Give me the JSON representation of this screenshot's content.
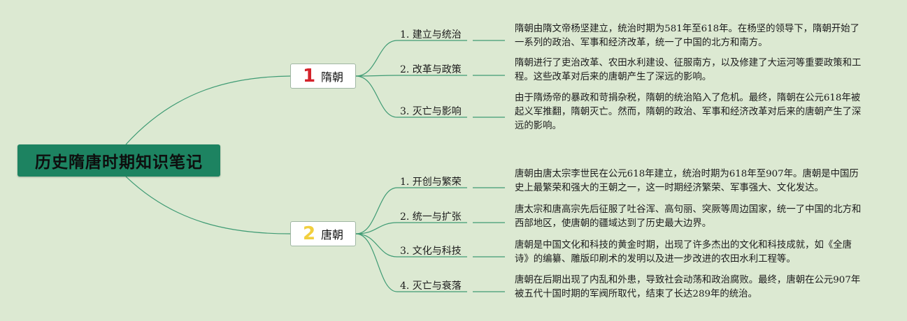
{
  "title": "历史隋唐时期知识笔记",
  "colors": {
    "background": "#dce9d2",
    "root": "#1d8361",
    "line": "#3f9b74",
    "num_1": "#d4232b",
    "num_2": "#f2cf3e"
  },
  "branches": [
    {
      "number": "1",
      "label": "隋朝",
      "topics": [
        {
          "label": "1. 建立与统治",
          "desc": "隋朝由隋文帝杨坚建立，统治时期为581年至618年。在杨坚的领导下，隋朝开始了一系列的政治、军事和经济改革，统一了中国的北方和南方。"
        },
        {
          "label": "2. 改革与政策",
          "desc": "隋朝进行了吏治改革、农田水利建设、征服南方，以及修建了大运河等重要政策和工程。这些改革对后来的唐朝产生了深远的影响。"
        },
        {
          "label": "3. 灭亡与影响",
          "desc": "由于隋炀帝的暴政和苛捐杂税，隋朝的统治陷入了危机。最终，隋朝在公元618年被起义军推翻，隋朝灭亡。然而，隋朝的政治、军事和经济改革对后来的唐朝产生了深远的影响。"
        }
      ]
    },
    {
      "number": "2",
      "label": "唐朝",
      "topics": [
        {
          "label": "1. 开创与繁荣",
          "desc": "唐朝由唐太宗李世民在公元618年建立，统治时期为618年至907年。唐朝是中国历史上最繁荣和强大的王朝之一，这一时期经济繁荣、军事强大、文化发达。"
        },
        {
          "label": "2. 统一与扩张",
          "desc": "唐太宗和唐高宗先后征服了吐谷浑、高句丽、突厥等周边国家，统一了中国的北方和西部地区，使唐朝的疆域达到了历史最大边界。"
        },
        {
          "label": "3. 文化与科技",
          "desc": "唐朝是中国文化和科技的黄金时期，出现了许多杰出的文化和科技成就，如《全唐诗》的编纂、雕版印刷术的发明以及进一步改进的农田水利工程等。"
        },
        {
          "label": "4. 灭亡与衰落",
          "desc": "唐朝在后期出现了内乱和外患，导致社会动荡和政治腐败。最终，唐朝在公元907年被五代十国时期的军阀所取代，结束了长达289年的统治。"
        }
      ]
    }
  ]
}
